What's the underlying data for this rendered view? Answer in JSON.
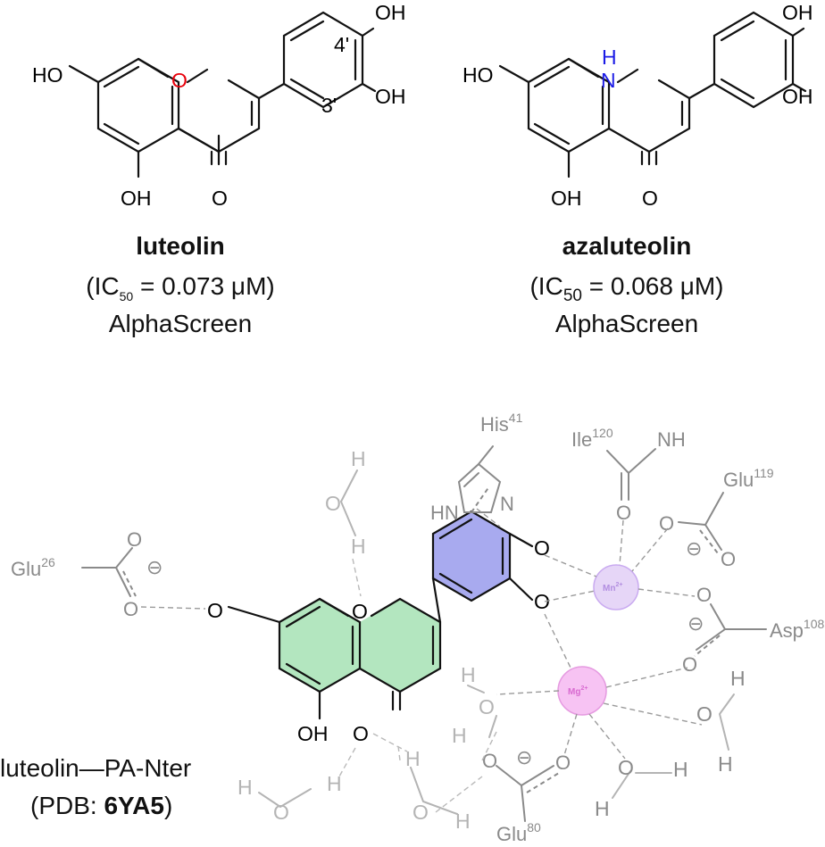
{
  "compounds": [
    {
      "name": "luteolin",
      "ic50_prefix": "(IC",
      "ic50_sub": "50",
      "ic50_suffix": " = 0.073 μM)",
      "assay": "AlphaScreen",
      "heteroatom": "O",
      "heteroatom_color": "#e8000b",
      "labels": {
        "oh": "OH",
        "ho": "HO",
        "o": "O",
        "pos4": "4'",
        "pos3": "3'"
      }
    },
    {
      "name": "azaluteolin",
      "ic50_prefix": "(IC",
      "ic50_sub": "50",
      "ic50_suffix": " = 0.068 μM)",
      "assay": "AlphaScreen",
      "heteroatom": "N",
      "heteroatom_h": "H",
      "heteroatom_color": "#1a1ae6",
      "labels": {
        "oh": "OH",
        "ho": "HO",
        "o": "O"
      }
    }
  ],
  "complex": {
    "caption_line1": "luteolin—PA-Nter",
    "caption_line2_prefix": "(PDB: ",
    "pdb_id": "6YA5",
    "caption_line2_suffix": ")",
    "atoms": {
      "o": "O",
      "oh": "OH",
      "h": "H",
      "n": "N",
      "nh": "NH",
      "hn": "HN",
      "minus": "⊖"
    },
    "residues": [
      {
        "name": "His",
        "number": "41"
      },
      {
        "name": "Ile",
        "number": "120"
      },
      {
        "name": "Glu",
        "number": "119"
      },
      {
        "name": "Glu",
        "number": "26"
      },
      {
        "name": "Asp",
        "number": "108"
      },
      {
        "name": "Glu",
        "number": "80"
      }
    ],
    "ions": [
      {
        "label": "Mn",
        "charge": "2+",
        "color": "#e6d6f7"
      },
      {
        "label": "Mg",
        "charge": "2+",
        "color": "#f7c3f3"
      }
    ],
    "colors": {
      "ring_a": "#b3e6bf",
      "ring_c": "#b3e6bf",
      "ring_b": "#a8aaef"
    }
  }
}
